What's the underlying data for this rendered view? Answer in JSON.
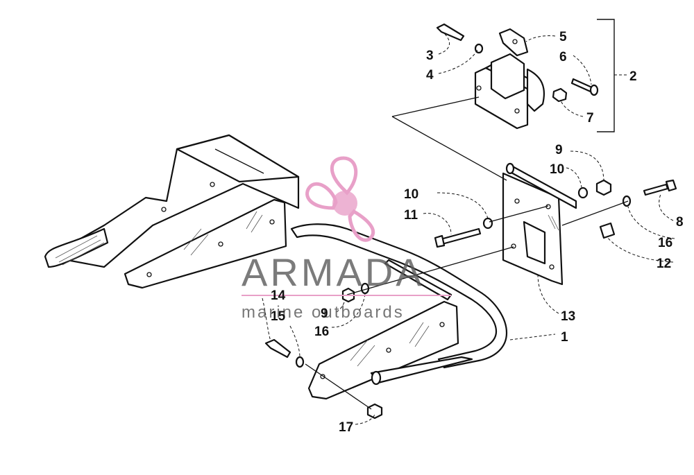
{
  "callouts": [
    {
      "id": "c1",
      "label": "1"
    },
    {
      "id": "c2",
      "label": "2"
    },
    {
      "id": "c3",
      "label": "3"
    },
    {
      "id": "c4",
      "label": "4"
    },
    {
      "id": "c5",
      "label": "5"
    },
    {
      "id": "c6",
      "label": "6"
    },
    {
      "id": "c7",
      "label": "7"
    },
    {
      "id": "c8",
      "label": "8"
    },
    {
      "id": "c9a",
      "label": "9"
    },
    {
      "id": "c9b",
      "label": "9"
    },
    {
      "id": "c10a",
      "label": "10"
    },
    {
      "id": "c10b",
      "label": "10"
    },
    {
      "id": "c11",
      "label": "11"
    },
    {
      "id": "c12",
      "label": "12"
    },
    {
      "id": "c13",
      "label": "13"
    },
    {
      "id": "c14",
      "label": "14"
    },
    {
      "id": "c15",
      "label": "15"
    },
    {
      "id": "c16a",
      "label": "16"
    },
    {
      "id": "c16b",
      "label": "16"
    },
    {
      "id": "c17",
      "label": "17"
    }
  ],
  "watermark": {
    "brand": "ARMADA",
    "tagline": "marine outboards",
    "logo_color": "#e8a0c8",
    "icon": "propeller-logo-icon"
  }
}
